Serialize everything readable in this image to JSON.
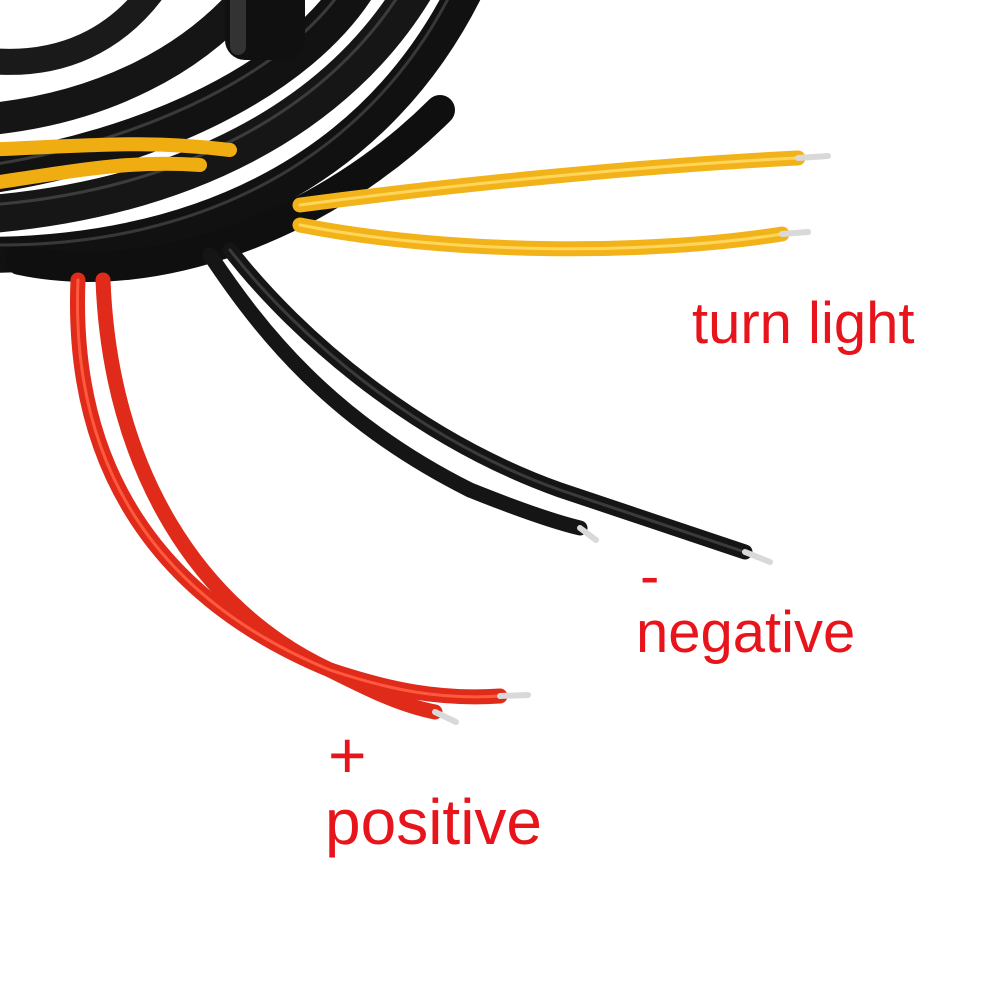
{
  "labels": {
    "turn_light": "turn light",
    "negative_sign": "-",
    "negative": "negative",
    "positive_sign": "+",
    "positive": "positive"
  },
  "colors": {
    "label_text": "#e8141b",
    "black_wire": "#141414",
    "yellow_wire": "#f2b31a",
    "red_wire": "#e02a1a",
    "tinned_tip": "#d9d9d9"
  }
}
